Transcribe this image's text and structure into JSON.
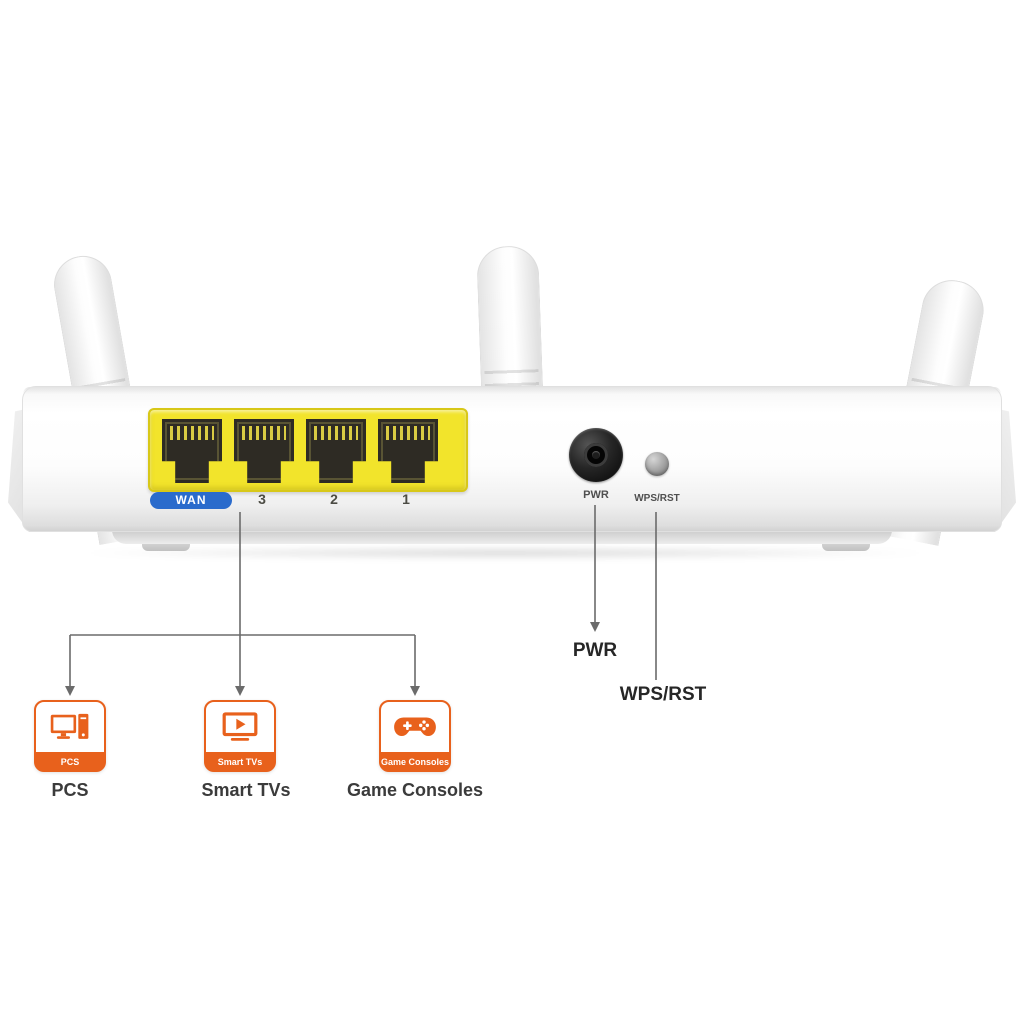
{
  "router": {
    "port_labels": {
      "wan": "WAN",
      "lan": [
        "3",
        "2",
        "1"
      ],
      "power": "PWR",
      "wps_reset": "WPS/RST"
    }
  },
  "callouts": {
    "power_label": "PWR",
    "wps_reset_label": "WPS/RST",
    "devices": [
      {
        "icon": "desktop-pc-icon",
        "badge": "PCS",
        "label": "PCS"
      },
      {
        "icon": "smart-tv-icon",
        "badge": "Smart TVs",
        "label": "Smart TVs"
      },
      {
        "icon": "gamepad-icon",
        "badge": "Game Consoles",
        "label": "Game Consoles"
      }
    ]
  },
  "colors": {
    "accent_orange": "#e8611c",
    "port_panel_yellow": "#f2e42b",
    "wan_blue": "#2a6bcc",
    "callout_line": "#6b6b6b",
    "label_text": "#3b3b3b"
  }
}
